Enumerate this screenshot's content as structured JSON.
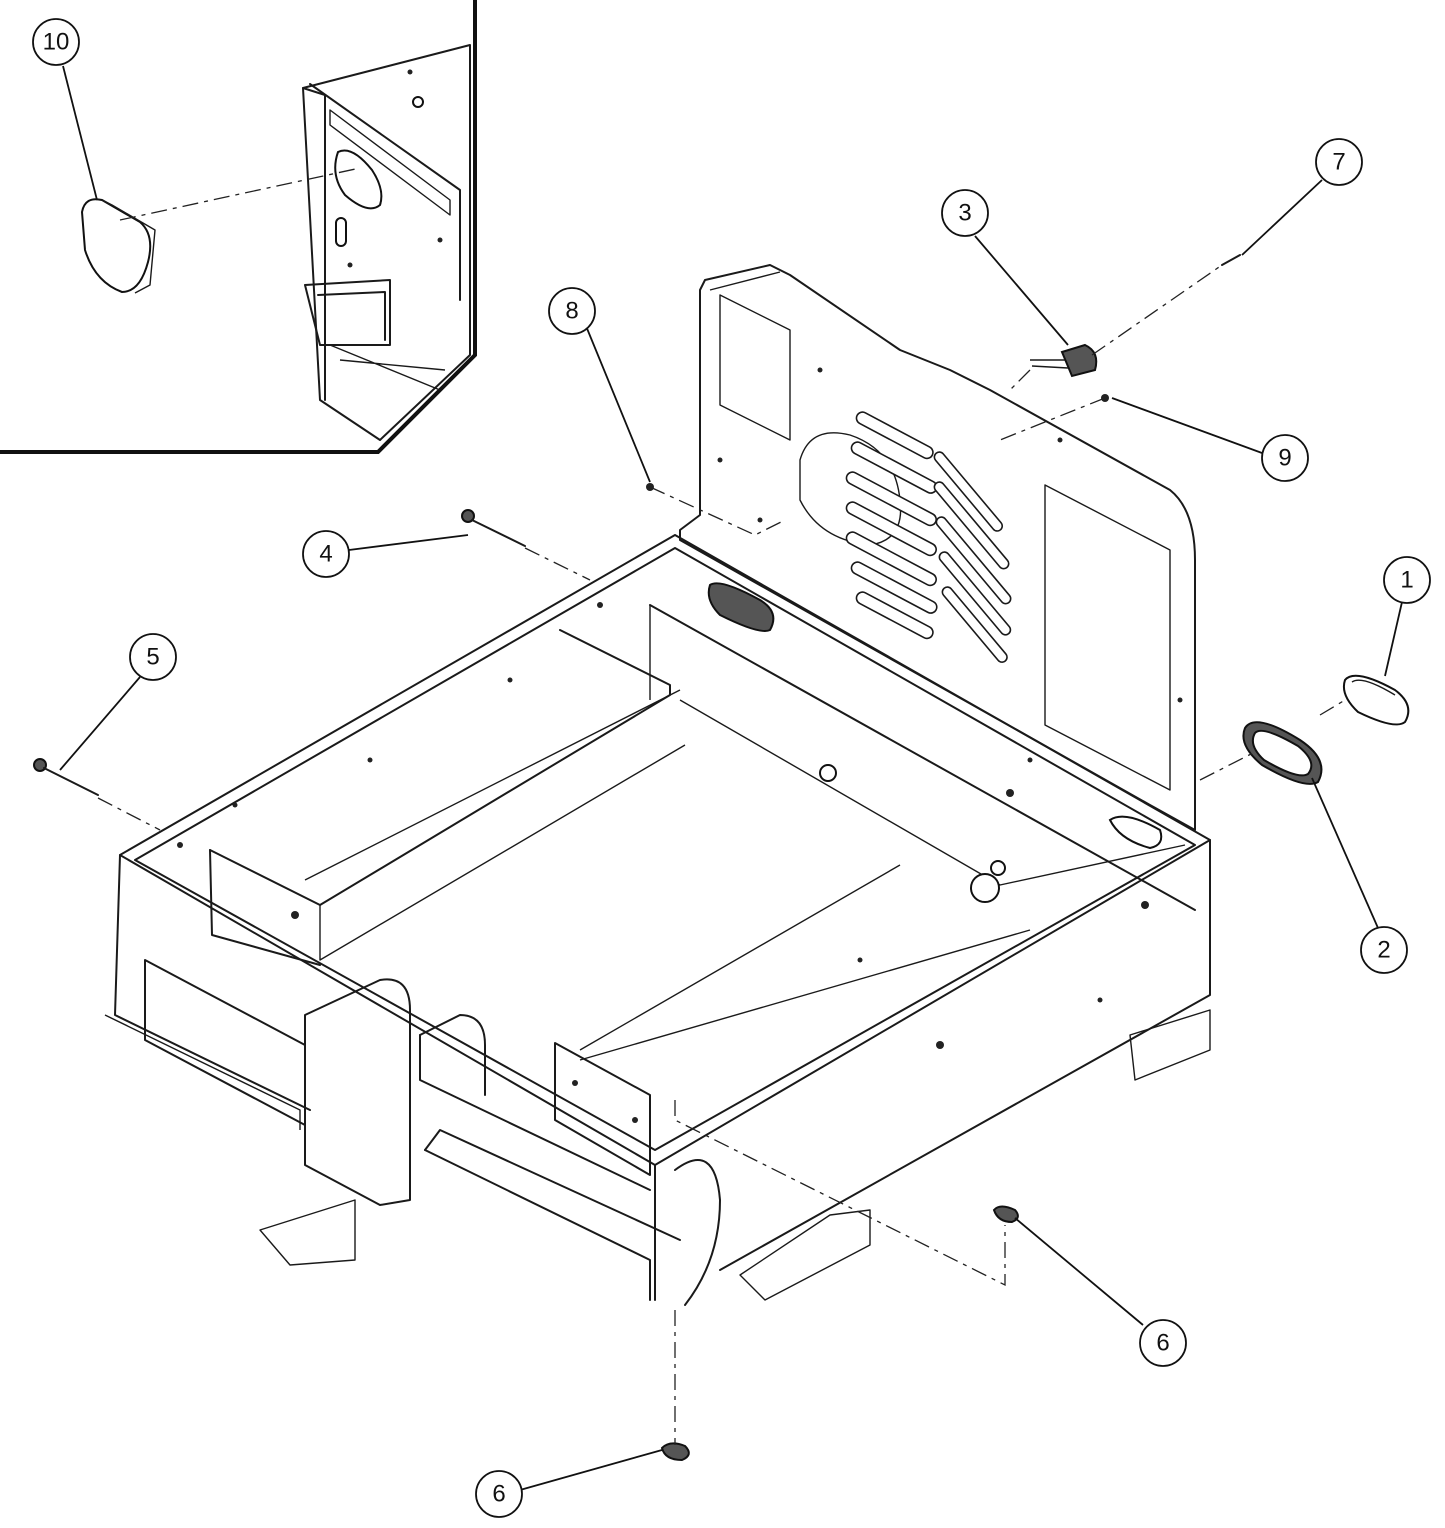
{
  "callouts": [
    {
      "id": "callout-1",
      "label": "1"
    },
    {
      "id": "callout-2",
      "label": "2"
    },
    {
      "id": "callout-3",
      "label": "3"
    },
    {
      "id": "callout-4",
      "label": "4"
    },
    {
      "id": "callout-5",
      "label": "5"
    },
    {
      "id": "callout-6a",
      "label": "6"
    },
    {
      "id": "callout-6b",
      "label": "6"
    },
    {
      "id": "callout-7",
      "label": "7"
    },
    {
      "id": "callout-8",
      "label": "8"
    },
    {
      "id": "callout-9",
      "label": "9"
    },
    {
      "id": "callout-10",
      "label": "10"
    }
  ]
}
